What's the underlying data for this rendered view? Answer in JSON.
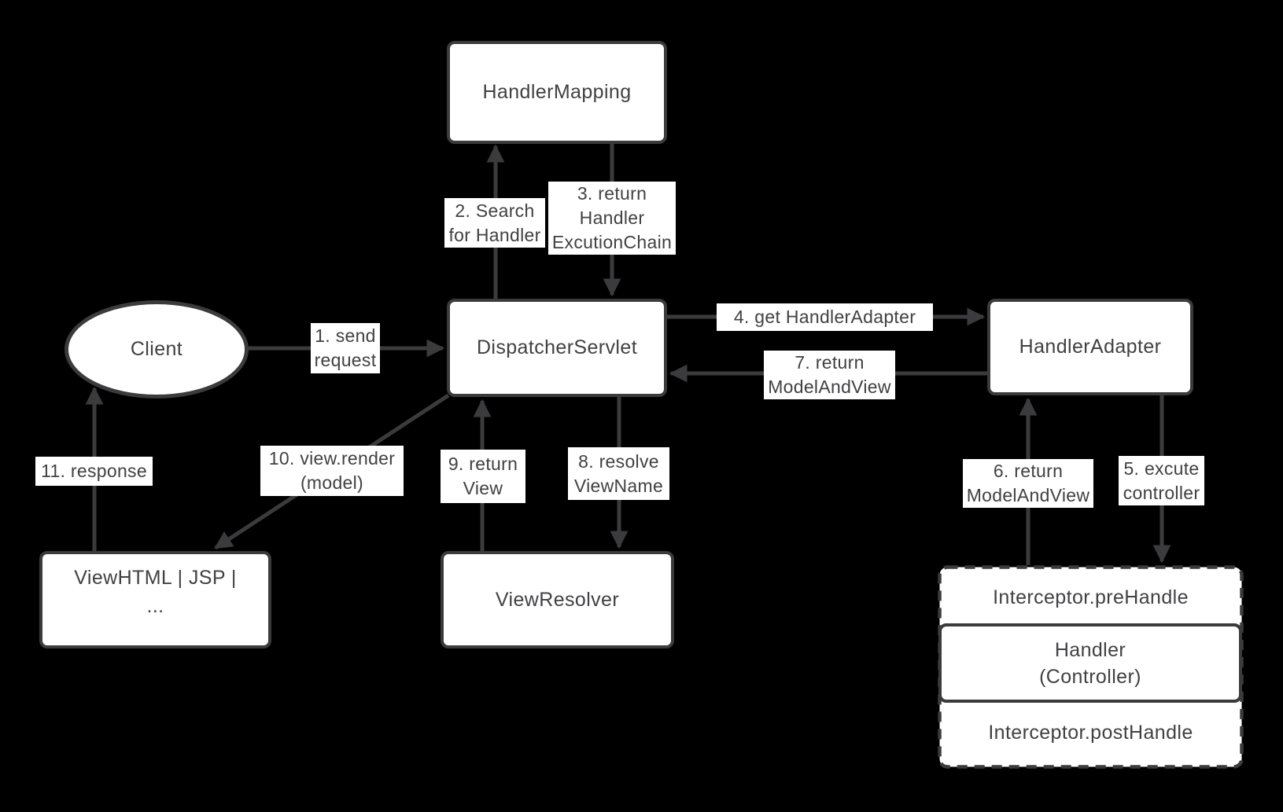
{
  "colors": {
    "background": "#000000",
    "node_fill": "#ffffff",
    "stroke": "#3b3b3d",
    "text": "#414144"
  },
  "nodes": {
    "handler_mapping": {
      "label": "HandlerMapping"
    },
    "dispatcher_servlet": {
      "label": "DispatcherServlet"
    },
    "handler_adapter": {
      "label": "HandlerAdapter"
    },
    "client": {
      "label": "Client"
    },
    "view_html": {
      "label": "ViewHTML | JSP |\n..."
    },
    "view_resolver": {
      "label": "ViewResolver"
    },
    "interceptor_pre": {
      "label": "Interceptor.preHandle"
    },
    "handler_controller": {
      "label": "Handler\n(Controller)"
    },
    "interceptor_post": {
      "label": "Interceptor.postHandle"
    }
  },
  "edges": {
    "e1": {
      "label": "1. send\nrequest"
    },
    "e2": {
      "label": "2. Search\nfor Handler"
    },
    "e3": {
      "label": "3. return\nHandler\nExcutionChain"
    },
    "e4": {
      "label": "4. get HandlerAdapter"
    },
    "e5": {
      "label": "5. excute\ncontroller"
    },
    "e6": {
      "label": "6. return\nModelAndView"
    },
    "e7": {
      "label": "7. return\nModelAndView"
    },
    "e8": {
      "label": "8. resolve\nViewName"
    },
    "e9": {
      "label": "9. return\nView"
    },
    "e10": {
      "label": "10. view.render\n(model)"
    },
    "e11": {
      "label": "11. response"
    }
  }
}
